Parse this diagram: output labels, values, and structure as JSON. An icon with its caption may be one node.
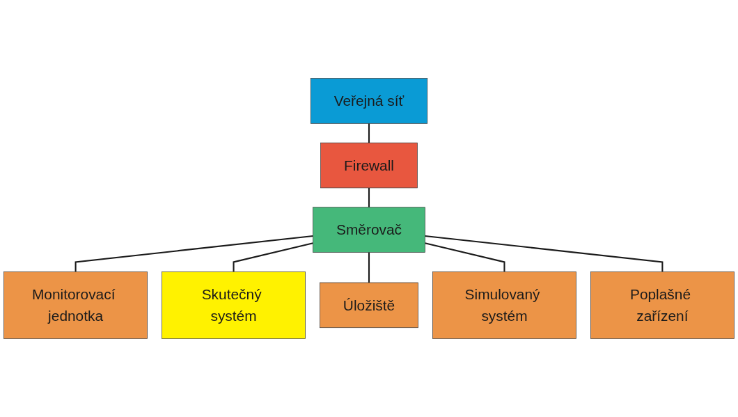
{
  "diagram": {
    "nodes": [
      {
        "text": [
          "Veřejná síť"
        ]
      },
      {
        "text": [
          "Firewall"
        ]
      },
      {
        "text": [
          "Směrovač"
        ]
      },
      {
        "text": [
          "Monitorovací jednotka"
        ]
      },
      {
        "text": [
          "Poplašné zařízení"
        ]
      },
      {
        "text": [
          "Skutečný systém"
        ]
      },
      {
        "text": [
          "Úložiště"
        ]
      },
      {
        "text": [
          "Simulovaný systém"
        ]
      }
    ],
    "edges": [
      {
        "from": 0,
        "to": 1,
        "arrow": "none"
      },
      {
        "from": 1,
        "to": 2,
        "arrow": "none"
      },
      {
        "from": 2,
        "to": 3,
        "arrow": "none"
      },
      {
        "from": 2,
        "to": 5,
        "arrow": "none"
      },
      {
        "from": 2,
        "to": 6,
        "arrow": "none"
      },
      {
        "from": 2,
        "to": 7,
        "arrow": "none"
      },
      {
        "from": 2,
        "to": 4,
        "arrow": "none"
      }
    ]
  }
}
